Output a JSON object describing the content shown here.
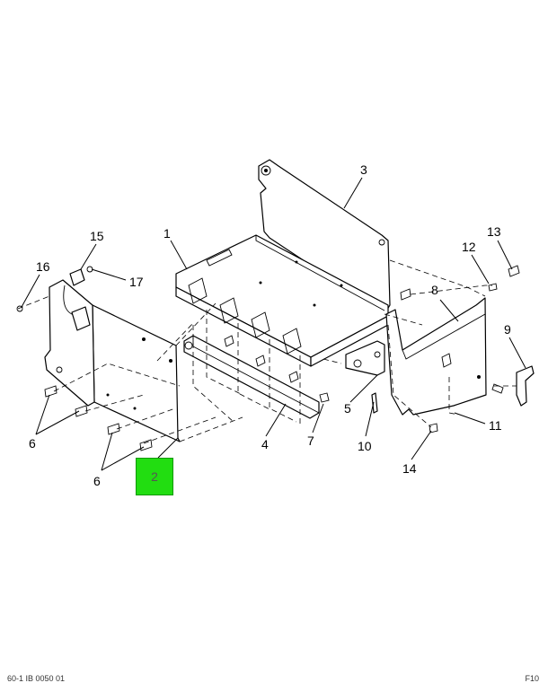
{
  "callouts": {
    "c1": "1",
    "c2": "2",
    "c3": "3",
    "c4": "4",
    "c5": "5",
    "c6a": "6",
    "c6b": "6",
    "c7": "7",
    "c8": "8",
    "c9": "9",
    "c10": "10",
    "c11": "11",
    "c12": "12",
    "c13": "13",
    "c14": "14",
    "c15": "15",
    "c16": "16",
    "c17": "17"
  },
  "highlighted_callout": "2",
  "highlight_color": "#22dd11",
  "footer": {
    "left": "60-1 IB 0050 01",
    "right": "F10"
  }
}
